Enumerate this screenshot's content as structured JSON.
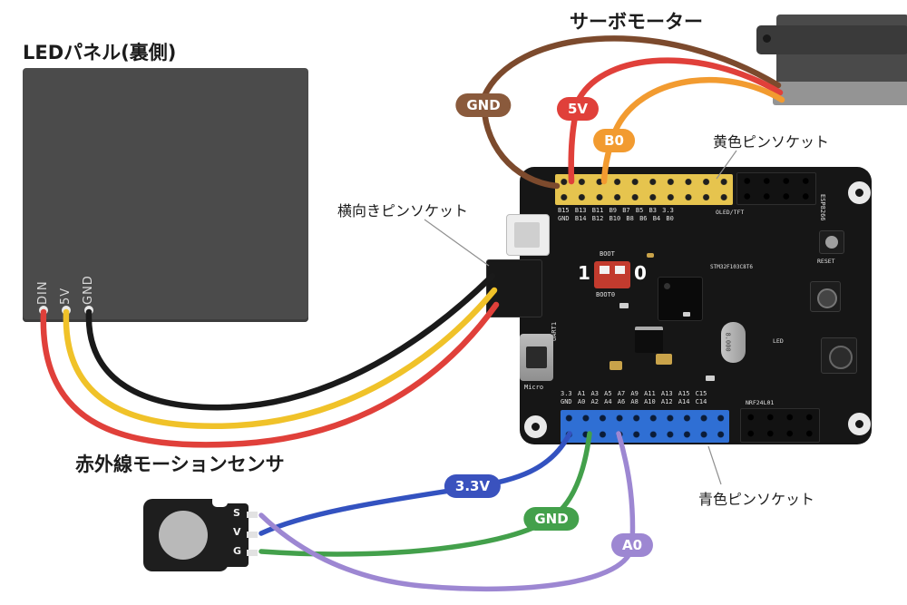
{
  "titles": {
    "servo": "サーボモーター",
    "led_panel": "LEDパネル(裏側)",
    "motion_sensor": "赤外線モーションセンサ"
  },
  "callouts": {
    "yellow_socket": "黄色ピンソケット",
    "side_socket": "横向きピンソケット",
    "blue_socket": "青色ピンソケット"
  },
  "wire_badges": {
    "servo_gnd": {
      "label": "GND",
      "color": "#8a5a3c"
    },
    "servo_5v": {
      "label": "5V",
      "color": "#e0403a"
    },
    "servo_b0": {
      "label": "B0",
      "color": "#f29b30"
    },
    "sensor_33v": {
      "label": "3.3V",
      "color": "#3a52be"
    },
    "sensor_gnd": {
      "label": "GND",
      "color": "#43a04b"
    },
    "sensor_a0": {
      "label": "A0",
      "color": "#9d87d2"
    }
  },
  "wire_colors": {
    "brown": "#7c4a2d",
    "red": "#e0403a",
    "orange": "#f29b30",
    "black": "#1a1a1a",
    "yellow": "#f0c229",
    "blue": "#3352c0",
    "green": "#43a04b",
    "purple": "#9d87d2",
    "leader": "#8f8f8f"
  },
  "led_panel": {
    "pins": [
      "DIN",
      "5V",
      "GND"
    ]
  },
  "sensor": {
    "pins": [
      "S",
      "V",
      "G"
    ]
  },
  "board": {
    "mcu_label": "STM32F103C8T6",
    "boot_top": "BOOT",
    "boot_left": "1",
    "boot_right": "0",
    "boot_label": "BOOT0",
    "reset_label": "RESET",
    "usb_label": "Micro",
    "crystal_label": "8.000",
    "rf_label": "NRF24L01",
    "oled_label": "OLED/TFT",
    "esp_label": "ESP8266",
    "uart_label": "UART1",
    "led_label": "LED",
    "top_row1": "B15 B13 B11 B9 B7 B5 B3 3.3",
    "top_row2": "GND B14 B12 B10 B8 B6 B4 B0",
    "bottom_row1": "3.3 A1 A3 A5 A7 A9 A11 A13 A15 C15",
    "bottom_row2": "GND A0 A2 A4 A6 A8 A10 A12 A14 C14"
  }
}
